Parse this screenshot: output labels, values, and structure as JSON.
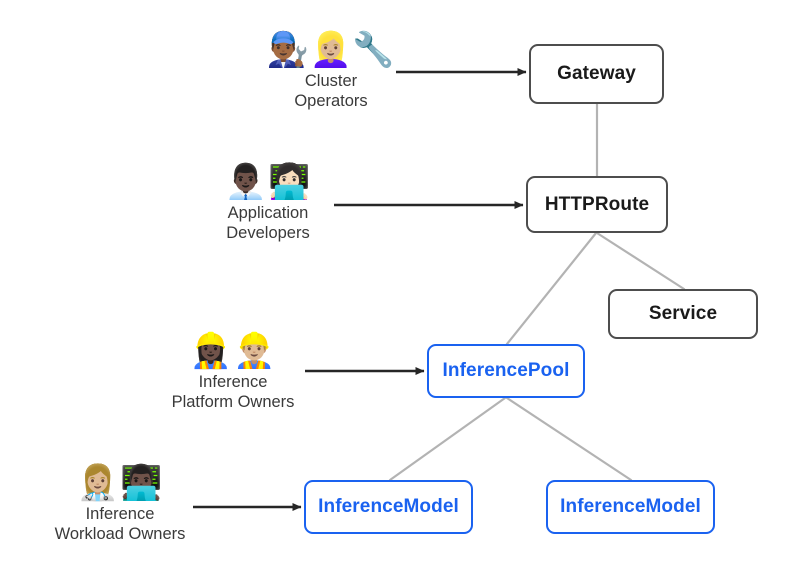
{
  "diagram": {
    "title": "Gateway API Inference Extension personas and resources",
    "background": "#ffffff",
    "colors": {
      "box_gray_border": "#4d4d4d",
      "box_blue_border": "#1a62f0",
      "label_blue": "#1a62f0",
      "label_dark": "#1a1a1a",
      "caption_text": "#3a3a3a",
      "edge_gray": "#b3b3b3",
      "arrow_black": "#262626"
    }
  },
  "nodes": [
    {
      "id": "gateway",
      "label": "Gateway",
      "style": "gray"
    },
    {
      "id": "httproute",
      "label": "HTTPRoute",
      "style": "gray"
    },
    {
      "id": "service",
      "label": "Service",
      "style": "gray"
    },
    {
      "id": "inferencepool",
      "label": "InferencePool",
      "style": "blue"
    },
    {
      "id": "inferencemodel1",
      "label": "InferenceModel",
      "style": "blue"
    },
    {
      "id": "inferencemodel2",
      "label": "InferenceModel",
      "style": "blue"
    }
  ],
  "personas": [
    {
      "id": "cluster-operators",
      "emoji": "👨🏾‍🔧👱🏼‍♀️‍🔧",
      "emoji_names": "man-mechanic-icon, woman-mechanic-icon",
      "caption": "Cluster\nOperators",
      "targets": "gateway"
    },
    {
      "id": "application-developers",
      "emoji": "👨🏿‍💼👩🏻‍💻",
      "emoji_names": "man-office-worker-icon, woman-technologist-icon",
      "caption": "Application\nDevelopers",
      "targets": "httproute"
    },
    {
      "id": "inference-platform-owners",
      "emoji": "👷🏿‍♀️👷🏼‍♂️",
      "emoji_names": "woman-construction-worker-icon, man-construction-worker-icon",
      "caption": "Inference\nPlatform Owners",
      "targets": "inferencepool"
    },
    {
      "id": "inference-workload-owners",
      "emoji": "👩🏼‍⚕️👨🏿‍💻",
      "emoji_names": "woman-health-worker-icon, man-technologist-icon",
      "caption": "Inference\nWorkload Owners",
      "targets": "inferencemodel1"
    }
  ],
  "edges": [
    {
      "id": "gateway-httproute",
      "from": "gateway",
      "to": "httproute",
      "kind": "link"
    },
    {
      "id": "httproute-inferencepool",
      "from": "httproute",
      "to": "inferencepool",
      "kind": "link"
    },
    {
      "id": "httproute-service",
      "from": "httproute",
      "to": "service",
      "kind": "link"
    },
    {
      "id": "inferencepool-model1",
      "from": "inferencepool",
      "to": "inferencemodel1",
      "kind": "link"
    },
    {
      "id": "inferencepool-model2",
      "from": "inferencepool",
      "to": "inferencemodel2",
      "kind": "link"
    }
  ],
  "arrows": [
    {
      "id": "arrow-cluster-operators-gateway",
      "from": "cluster-operators",
      "to": "gateway"
    },
    {
      "id": "arrow-application-developers-httproute",
      "from": "application-developers",
      "to": "httproute"
    },
    {
      "id": "arrow-platform-owners-inferencepool",
      "from": "inference-platform-owners",
      "to": "inferencepool"
    },
    {
      "id": "arrow-workload-owners-inferencemodel",
      "from": "inference-workload-owners",
      "to": "inferencemodel1"
    }
  ]
}
